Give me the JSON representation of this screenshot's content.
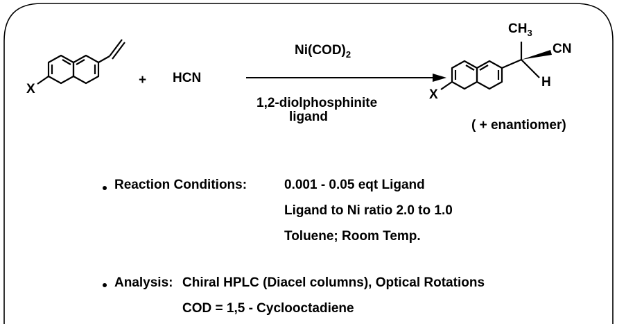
{
  "reaction": {
    "reactant_substituent": "X",
    "plus": "+",
    "reagent": "HCN",
    "catalyst": "Ni(COD)",
    "catalyst_subscript": "2",
    "ligand_line1": "1,2-diolphosphinite",
    "ligand_line2": "ligand",
    "product_substituent": "X",
    "product_methyl": "CH",
    "product_methyl_subscript": "3",
    "product_cn": "CN",
    "product_h": "H",
    "enantiomer_note": "( + enantiomer)"
  },
  "conditions": {
    "label": "Reaction Conditions:",
    "line1": "0.001 - 0.05 eqt Ligand",
    "line2": "Ligand to Ni ratio 2.0  to 1.0",
    "line3": "Toluene; Room Temp."
  },
  "analysis": {
    "label": "Analysis:",
    "value": "Chiral HPLC (Diacel columns), Optical Rotations",
    "footnote": "COD = 1,5 - Cyclooctadiene"
  }
}
